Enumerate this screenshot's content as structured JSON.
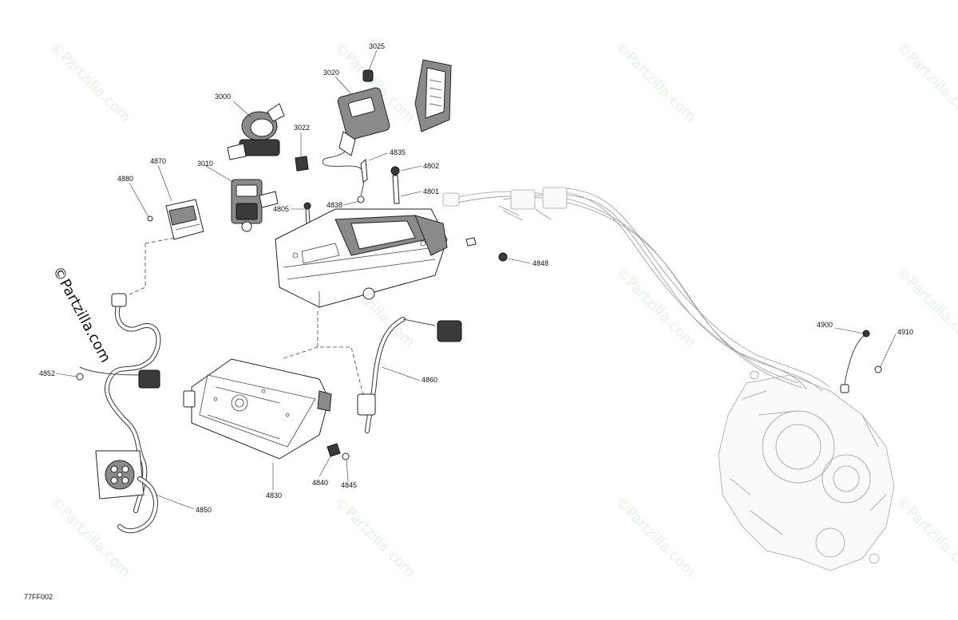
{
  "watermark": {
    "text": "©Partzilla.com",
    "color": "#cfe8cf"
  },
  "brand_stamp": {
    "text": "©Partzilla.com"
  },
  "figure_code": "77FF002",
  "callouts": [
    {
      "id": "3025",
      "label": "3025"
    },
    {
      "id": "3020",
      "label": "3020"
    },
    {
      "id": "3000",
      "label": "3000"
    },
    {
      "id": "3022",
      "label": "3022"
    },
    {
      "id": "4835",
      "label": "4835"
    },
    {
      "id": "4870",
      "label": "4870"
    },
    {
      "id": "3010",
      "label": "3010"
    },
    {
      "id": "4802",
      "label": "4802"
    },
    {
      "id": "4880",
      "label": "4880"
    },
    {
      "id": "4801",
      "label": "4801"
    },
    {
      "id": "4838",
      "label": "4838"
    },
    {
      "id": "4805",
      "label": "4805"
    },
    {
      "id": "4848",
      "label": "4848"
    },
    {
      "id": "4900",
      "label": "4900"
    },
    {
      "id": "4910",
      "label": "4910"
    },
    {
      "id": "4852",
      "label": "4852"
    },
    {
      "id": "4860",
      "label": "4860"
    },
    {
      "id": "4840",
      "label": "4840"
    },
    {
      "id": "4845",
      "label": "4845"
    },
    {
      "id": "4830",
      "label": "4830"
    },
    {
      "id": "4850",
      "label": "4850"
    }
  ]
}
